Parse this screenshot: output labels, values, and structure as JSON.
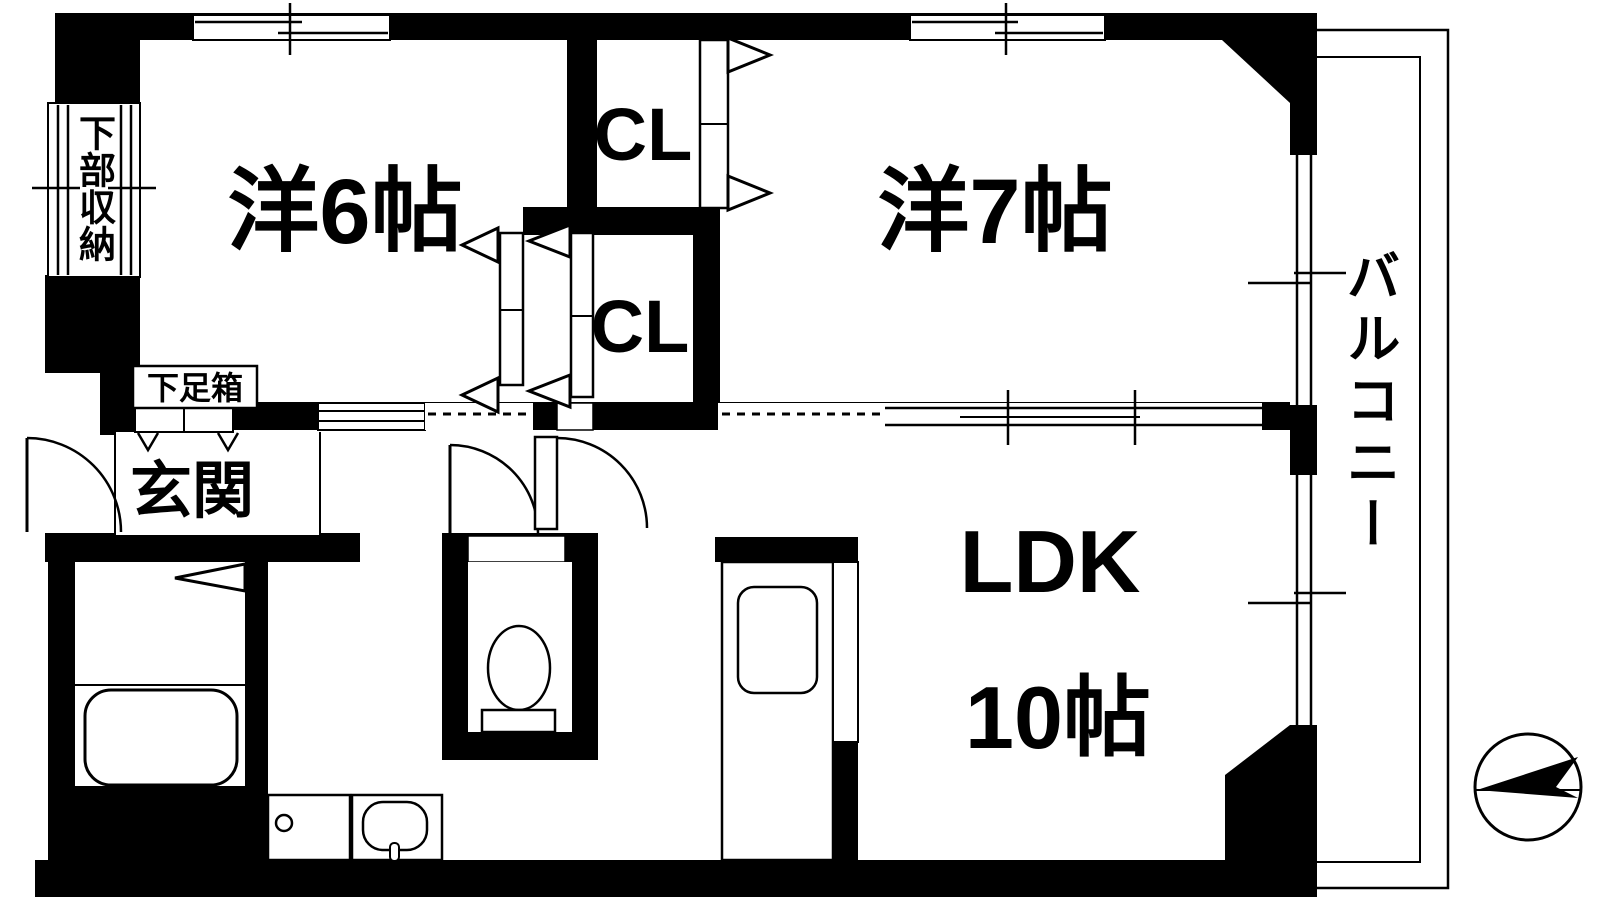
{
  "floorplan": {
    "rooms": {
      "western6": "洋6帖",
      "western7": "洋7帖",
      "ldk": "LDK",
      "ldk_size": "10帖",
      "closet_upper": "CL",
      "closet_lower": "CL",
      "entrance": "玄関",
      "shoe_box": "下足箱",
      "under_storage": "下部収納",
      "balcony": "バルコニー"
    },
    "fixtures": {
      "bathtub": "bathtub",
      "toilet": "toilet",
      "sink": "sink",
      "washer_pan": "washing-machine-pan",
      "kitchen_sink": "kitchen-sink"
    },
    "compass": {
      "direction": "north-west-pointer"
    },
    "colors": {
      "wall": "#000000",
      "floor": "#ffffff",
      "line": "#000000"
    }
  }
}
